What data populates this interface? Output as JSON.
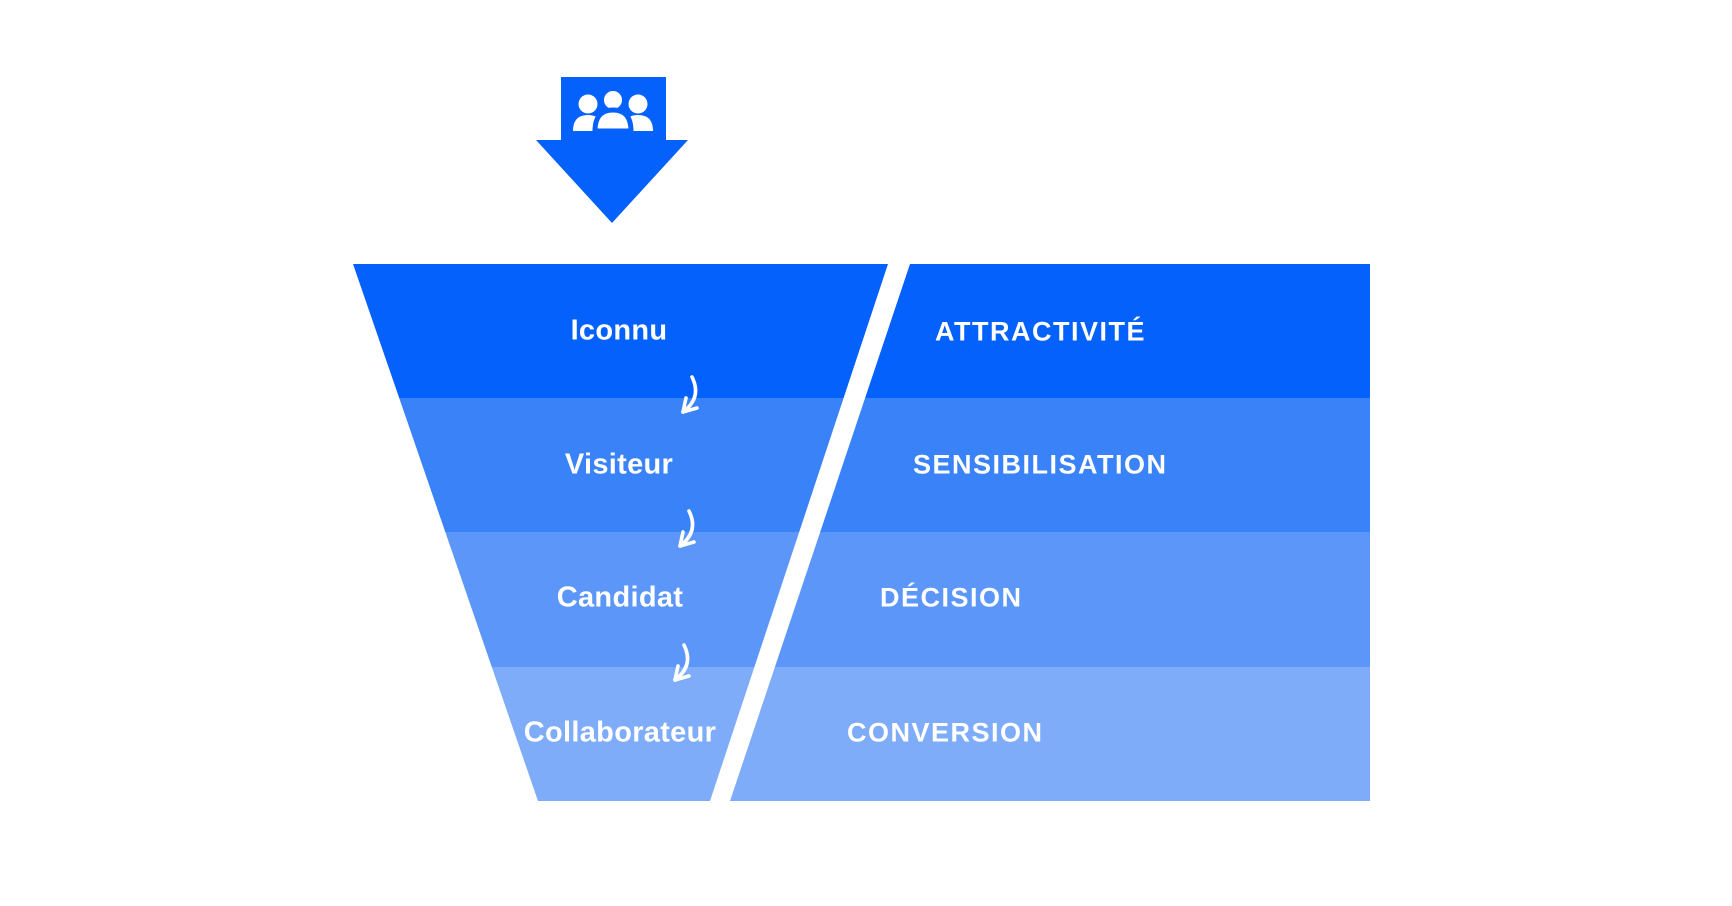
{
  "background_color": "#ffffff",
  "diagram": {
    "type": "recruitment-conversion-funnel",
    "icon_color": "#0561fb",
    "top_icon": "people-group-down-arrow-icon",
    "connector_icon": "curved-down-arrow-icon",
    "funnel": {
      "stages": [
        {
          "label": "Iconnu",
          "color": "#0561fb",
          "text_color": "#ffffff"
        },
        {
          "label": "Visiteur",
          "color": "#3a82f8",
          "text_color": "#ffffff"
        },
        {
          "label": "Candidat",
          "color": "#5b96f8",
          "text_color": "#ffffff"
        },
        {
          "label": "Collaborateur",
          "color": "#7eacf8",
          "text_color": "#ffffff"
        }
      ]
    },
    "phases": [
      {
        "label": "ATTRACTIVITÉ",
        "color": "#0561fb",
        "text_color": "#ffffff"
      },
      {
        "label": "SENSIBILISATION",
        "color": "#3a82f8",
        "text_color": "#ffffff"
      },
      {
        "label": "DÉCISION",
        "color": "#5b96f8",
        "text_color": "#ffffff"
      },
      {
        "label": "CONVERSION",
        "color": "#7eacf8",
        "text_color": "#ffffff"
      }
    ]
  }
}
